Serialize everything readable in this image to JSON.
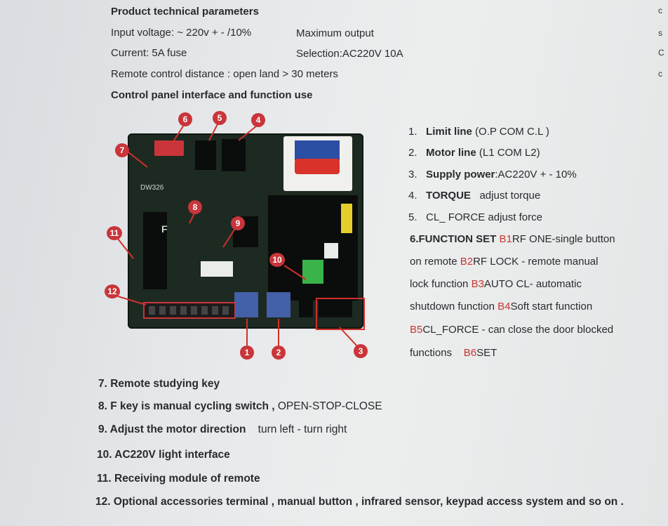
{
  "params": {
    "heading": "Product technical parameters",
    "input_voltage": "Input voltage: ~ 220v + - /10%",
    "max_output": "Maximum output",
    "current": "Current: 5A fuse",
    "selection": "Selection:AC220V 10A",
    "remote_distance": "Remote control distance : open land > 30 meters",
    "control_heading": "Control panel interface and function use"
  },
  "pcb_text": {
    "board_label": "DW326",
    "f_key": "F"
  },
  "callouts": [
    "1",
    "2",
    "3",
    "4",
    "5",
    "6",
    "7",
    "8",
    "9",
    "10",
    "11",
    "12"
  ],
  "right_list": {
    "i1_num": "1.",
    "i1_bold": "Limit line",
    "i1_rest": "(O.P COM C.L )",
    "i2_num": "2.",
    "i2_bold": "Motor line",
    "i2_rest": "(L1 COM L2)",
    "i3_num": "3.",
    "i3_bold": "Supply power",
    "i3_rest": ":AC220V + - 10%",
    "i4_num": "4.",
    "i4_bold": "TORQUE",
    "i4_rest": "adjust torque",
    "i5_num": "5.",
    "i5_rest": "CL_ FORCE adjust force",
    "i6_bold": "6.FUNCTION SET",
    "b1": "B1",
    "b1_text": "RF ONE-single button",
    "b1_cont": "on remote",
    "b2": "B2",
    "b2_text": "RF LOCK - remote manual",
    "b2_cont": "lock function",
    "b3": "B3",
    "b3_text": "AUTO CL- automatic",
    "b3_cont": "shutdown function",
    "b4": "B4",
    "b4_text": "Soft start function",
    "b5": "B5",
    "b5_text": "CL_FORCE - can close the door blocked",
    "b5_cont": "functions",
    "b6": "B6",
    "b6_text": "SET"
  },
  "bottom_list": {
    "i7": "7. Remote studying key",
    "i8_bold": "8. F key is manual cycling switch ,",
    "i8_rest": "OPEN-STOP-CLOSE",
    "i9_bold": "9. Adjust the motor direction",
    "i9_rest": "turn left - turn right",
    "i10": "10. AC220V light interface",
    "i11": "11. Receiving module of remote",
    "i12": "12. Optional accessories terminal , manual button , infrared sensor, keypad access system and so on ."
  },
  "edge_fragments": [
    "c",
    "s",
    "C",
    "c"
  ],
  "colors": {
    "accent_red": "#c8352f",
    "pcb_green": "#1d2a22"
  }
}
